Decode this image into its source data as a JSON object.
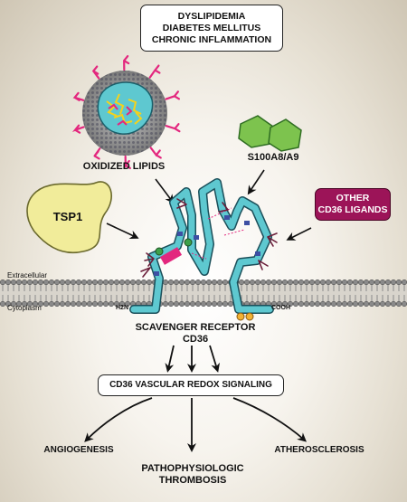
{
  "conditions": [
    "DYSLIPIDEMIA",
    "DIABETES MELLITUS",
    "CHRONIC INFLAMMATION"
  ],
  "ligands": {
    "oxidized_lipids": "OXIDIZED LIPIDS",
    "s100": "S100A8/A9",
    "tsp1": "TSP1",
    "other": [
      "OTHER",
      "CD36 LIGANDS"
    ]
  },
  "membrane": {
    "extracellular": "Extracellular",
    "cytoplasm": "Cytoplasm"
  },
  "receptor": {
    "line1": "SCAVENGER RECEPTOR",
    "line2": "CD36",
    "n_term": "H2N",
    "c_term": "COOH"
  },
  "signaling": "CD36 VASCULAR REDOX SIGNALING",
  "outcomes": {
    "angiogenesis": "ANGIOGENESIS",
    "thrombosis": [
      "PATHOPHYSIOLOGIC",
      "THROMBOSIS"
    ],
    "atherosclerosis": "ATHEROSCLEROSIS"
  },
  "colors": {
    "receptor": "#5ec8d0",
    "tsp1": "#f1ec9a",
    "s100": "#7dc34e",
    "other_box": "#9c1458",
    "lipid_pink": "#e3277e",
    "lipid_yellow": "#f6d21a",
    "membrane_head": "#8a8a8a"
  }
}
